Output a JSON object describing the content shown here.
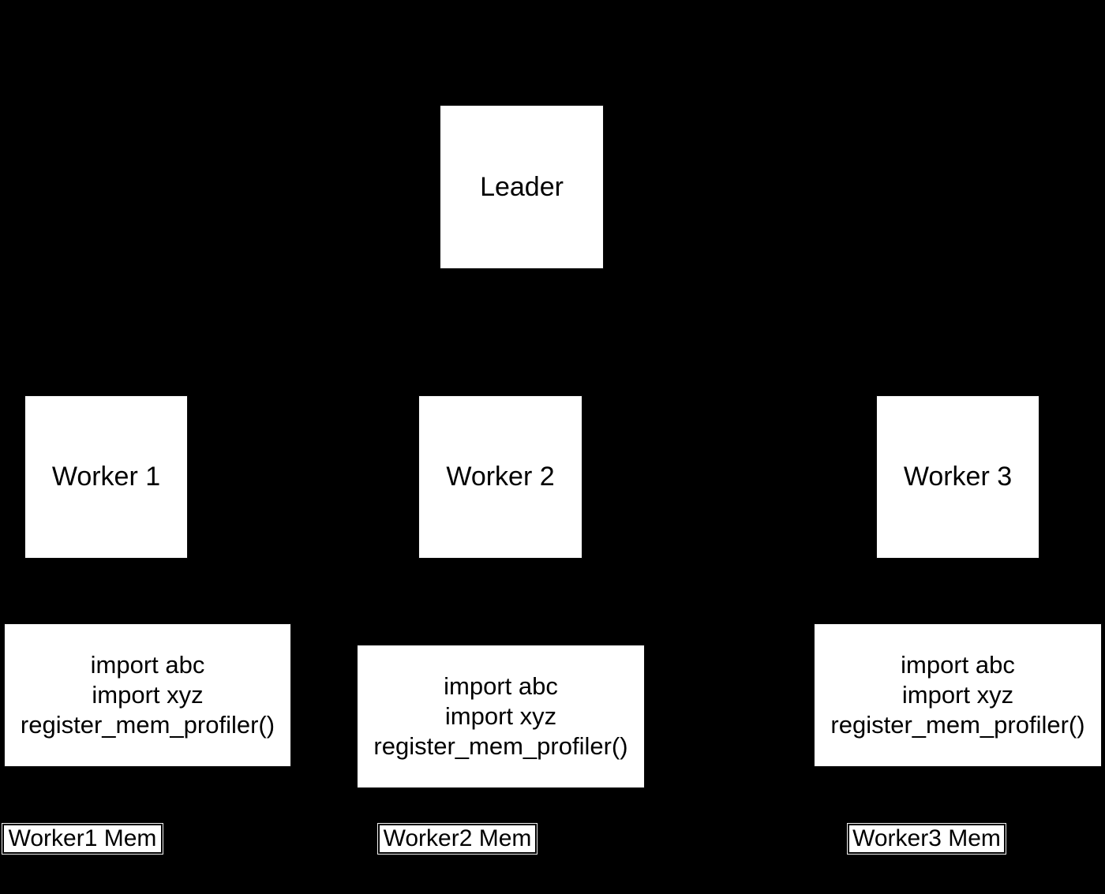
{
  "diagram": {
    "colors": {
      "background": "#000000",
      "node_fill": "#ffffff",
      "node_text": "#000000",
      "label_border": "#000000"
    },
    "nodes": {
      "leader": {
        "label": "Leader"
      },
      "worker1": {
        "label": "Worker 1"
      },
      "worker2": {
        "label": "Worker 2"
      },
      "worker3": {
        "label": "Worker 3"
      }
    },
    "code_boxes": [
      {
        "lines": [
          "import abc",
          "import xyz",
          "register_mem_profiler()"
        ]
      },
      {
        "lines": [
          "import abc",
          "import xyz",
          "register_mem_profiler()"
        ]
      },
      {
        "lines": [
          "import abc",
          "import xyz",
          "register_mem_profiler()"
        ]
      }
    ],
    "mem_labels": [
      {
        "label": "Worker1 Mem"
      },
      {
        "label": "Worker2 Mem"
      },
      {
        "label": "Worker3 Mem"
      }
    ]
  }
}
